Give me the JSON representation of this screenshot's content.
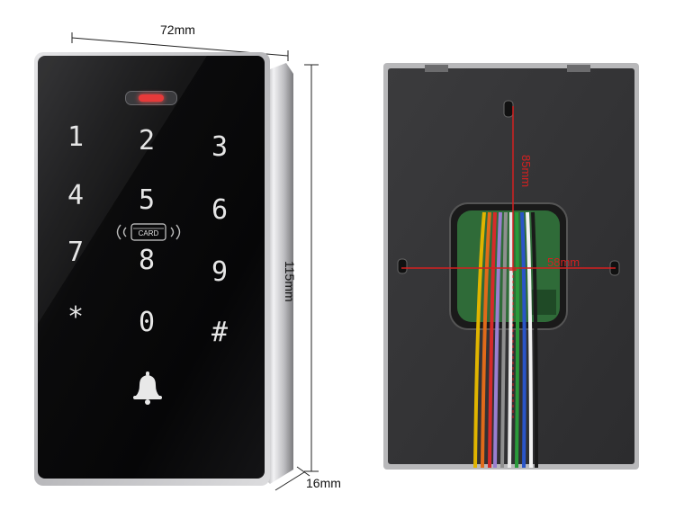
{
  "dimensions": {
    "width_label": "72mm",
    "height_label": "115mm",
    "depth_label": "16mm",
    "hole_vertical_label": "85mm",
    "hole_horizontal_label": "58mm"
  },
  "keypad": {
    "keys": [
      "1",
      "2",
      "3",
      "4",
      "5",
      "6",
      "7",
      "8",
      "9",
      "*",
      "0",
      "#"
    ],
    "card_label": "CARD"
  },
  "colors": {
    "panel_black": "#0b0b0c",
    "frame_silver": "#c9c9cc",
    "indicator_red": "#e63a3a",
    "measure_red": "#d42020"
  }
}
